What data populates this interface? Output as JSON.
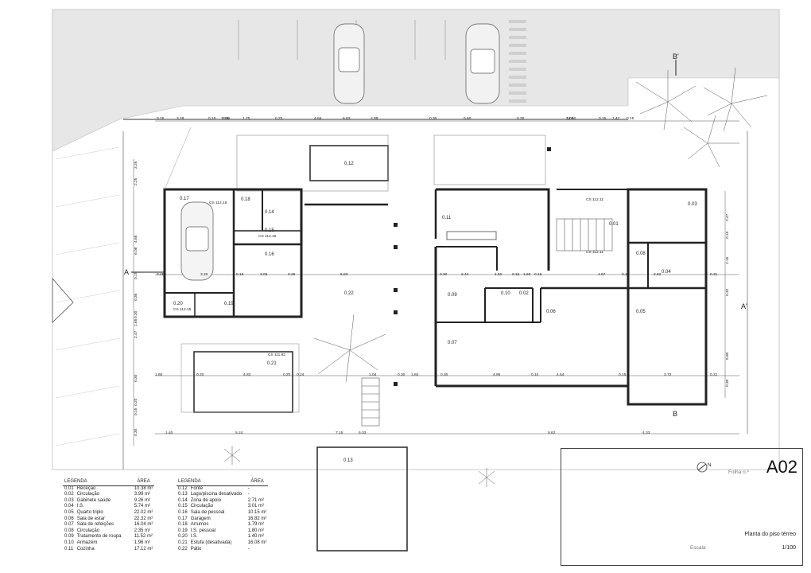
{
  "drawing": {
    "section_marks": {
      "a": "A",
      "a_prime": "A'",
      "b": "B",
      "b_prime": "B'"
    },
    "room_labels": [
      "0.01",
      "0.02",
      "0.03",
      "0.04",
      "0.05",
      "0.06",
      "0.07",
      "0.08",
      "0.09",
      "0.10",
      "0.11",
      "0.12",
      "0.13",
      "0.14",
      "0.15",
      "0.16",
      "0.17",
      "0.18",
      "0.19",
      "0.20",
      "0.21",
      "0.22"
    ],
    "tags": [
      "CS 112.15",
      "CS 112.15",
      "CS 112.15",
      "CS 112.11",
      "CS 112.11",
      "CS 111.92"
    ],
    "top_dims": [
      "0.25",
      "3.28",
      "0.15",
      "1.15",
      "1.75",
      "0.25",
      "4.84",
      "2.09",
      "0.30",
      "5.60",
      "0.30",
      "2.09",
      "0.15",
      "1.47",
      "6.96",
      "6.63",
      "14.26",
      "0.15"
    ],
    "mid_dims": [
      "0.25",
      "3.26",
      "0.15",
      "3.05",
      "0.25",
      "6.93",
      "0.30",
      "2.44",
      "1.50",
      "0.15",
      "1.60",
      "0.15",
      "4.97",
      "0.15",
      "2.82",
      "0.31"
    ],
    "lower_dims": [
      "1.65",
      "0.20",
      "4.83",
      "0.20",
      "0.24",
      "1.04",
      "1.84",
      "0.30",
      "4.96",
      "0.15",
      "4.64",
      "0.15",
      "3.72",
      "0.31",
      "0.30"
    ],
    "bottom_dims": [
      "1.40",
      "5.24",
      "7.15",
      "9.62",
      "4.33",
      "5.03"
    ],
    "left_dims": [
      "3.26",
      "2.25",
      "6.08",
      "4.68",
      "0.15",
      "0.36",
      "0.30",
      "1.65",
      "2.47",
      "0.30",
      "0.20",
      "0.15",
      "0.30"
    ],
    "right_dims": [
      "2.47",
      "0.15",
      "2.15",
      "0.32",
      "5.80",
      "0.30"
    ]
  },
  "legend": {
    "left": {
      "headers": [
        "LEGENDA",
        "ÁREA"
      ],
      "rows": [
        [
          "0.01",
          "Receção",
          "10.38 m²"
        ],
        [
          "0.02",
          "Circulação",
          "3.99 m²"
        ],
        [
          "0.03",
          "Gabinete saúde",
          "9.26 m²"
        ],
        [
          "0.04",
          "I.S.",
          "5.74 m²"
        ],
        [
          "0.05",
          "Quarto triplo",
          "22.02 m²"
        ],
        [
          "0.06",
          "Sala de estar",
          "22.32 m²"
        ],
        [
          "0.07",
          "Sala de refeições",
          "16.04 m²"
        ],
        [
          "0.08",
          "Circulação",
          "2.35 m²"
        ],
        [
          "0.09",
          "Tratamento de roupa",
          "11.52 m²"
        ],
        [
          "0.10",
          "Armazém",
          "1.96 m²"
        ],
        [
          "0.11",
          "Cozinha",
          "17.12 m²"
        ]
      ]
    },
    "right": {
      "headers": [
        "LEGENDA",
        "ÁREA"
      ],
      "rows": [
        [
          "0.12",
          "Fonte",
          "-"
        ],
        [
          "0.13",
          "Lago/piscina desativado",
          "-"
        ],
        [
          "0.14",
          "Zona de apoio",
          "2.71 m²"
        ],
        [
          "0.15",
          "Circulação",
          "3.01 m²"
        ],
        [
          "0.16",
          "Sala de pessoal",
          "10.15 m²"
        ],
        [
          "0.17",
          "Garagem",
          "16.82 m²"
        ],
        [
          "0.18",
          "Arrumos",
          "1.79 m²"
        ],
        [
          "0.19",
          "I.S. pessoal",
          "1.80 m²"
        ],
        [
          "0.20",
          "I.S.",
          "1.40 m²"
        ],
        [
          "0.21",
          "Estufa (desativada)",
          "16.08 m²"
        ],
        [
          "0.22",
          "Pátio",
          "-"
        ]
      ]
    }
  },
  "title_block": {
    "sheet_label": "Folha n.º",
    "sheet_id": "A02",
    "north_label": "N",
    "title": "Planta do piso térreo",
    "scale_label": "Escala",
    "scale_value": "1/100"
  }
}
